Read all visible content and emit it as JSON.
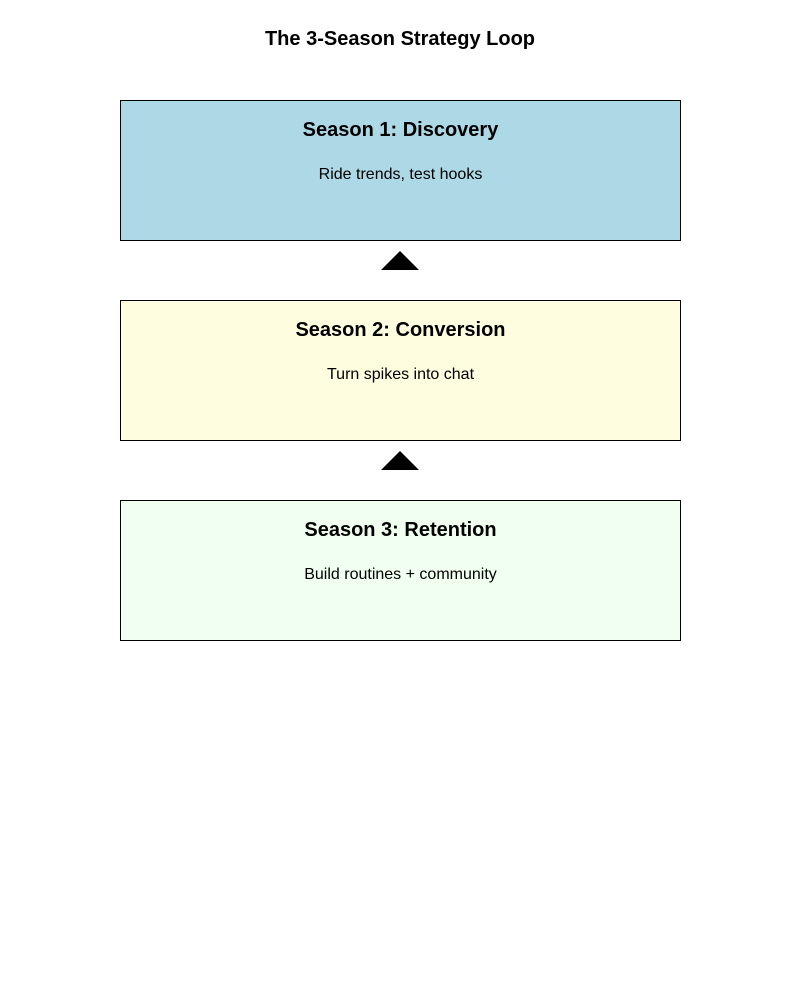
{
  "title": "The 3-Season Strategy Loop",
  "seasons": [
    {
      "heading": "Season 1: Discovery",
      "description": "Ride trends, test hooks",
      "color": "#add8e6"
    },
    {
      "heading": "Season 2: Conversion",
      "description": "Turn spikes into chat",
      "color": "#fffde0"
    },
    {
      "heading": "Season 3: Retention",
      "description": "Build routines + community",
      "color": "#f0fff0"
    }
  ],
  "connectors": [
    {
      "icon": "arrow-up-icon",
      "from": "Season 2: Conversion",
      "to": "Season 1: Discovery"
    },
    {
      "icon": "arrow-up-icon",
      "from": "Season 3: Retention",
      "to": "Season 2: Conversion"
    }
  ]
}
